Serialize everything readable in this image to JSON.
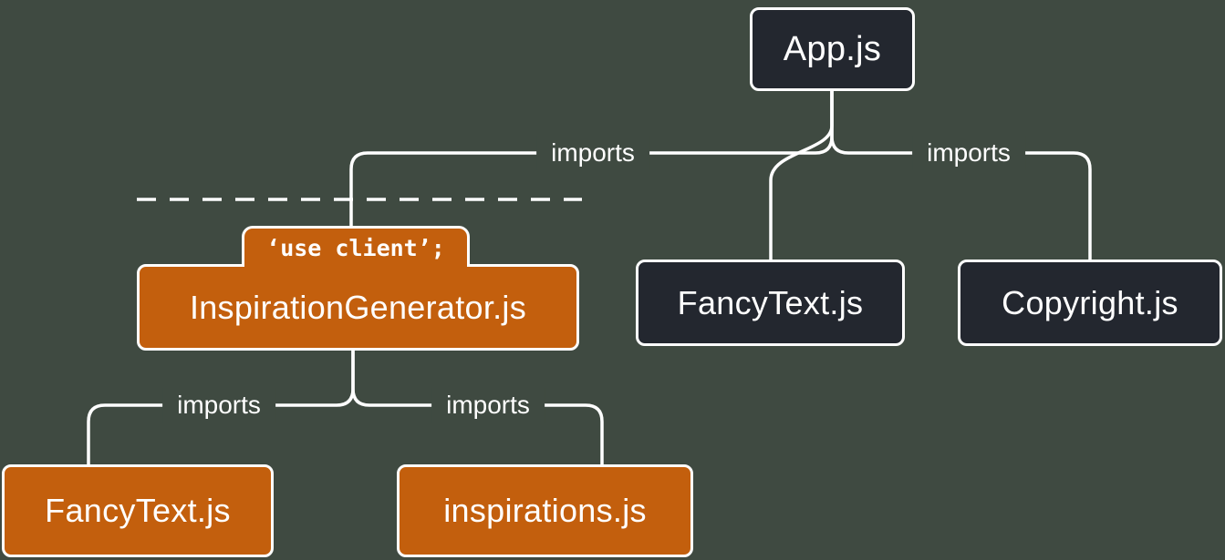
{
  "colors": {
    "background": "#3f4a41",
    "dark": "#23272f",
    "orange": "#c35f0d",
    "line": "#ffffff",
    "text": "#ffffff"
  },
  "nodes": {
    "app": {
      "label": "App.js"
    },
    "inspirationGenerator": {
      "label": "InspirationGenerator.js",
      "badge": "‘use client’;"
    },
    "fancyTextServer": {
      "label": "FancyText.js"
    },
    "copyright": {
      "label": "Copyright.js"
    },
    "fancyTextClient": {
      "label": "FancyText.js"
    },
    "inspirations": {
      "label": "inspirations.js"
    }
  },
  "edgeLabels": {
    "appToInspiration": "imports",
    "appToCopyright": "imports",
    "inspirationToFancyText": "imports",
    "inspirationToInspirations": "imports"
  }
}
